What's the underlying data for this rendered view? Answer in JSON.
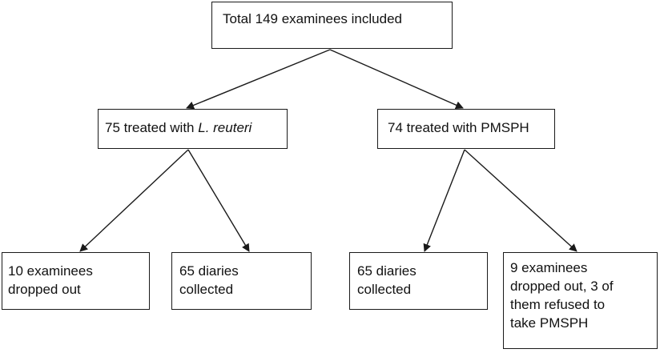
{
  "root": {
    "text": "Total 149 examinees included"
  },
  "arm_left": {
    "prefix": "75 treated with ",
    "italic": "L. reuteri"
  },
  "arm_right": {
    "text": "74 treated with PMSPH"
  },
  "left_dropout": {
    "lines": [
      "10 examinees",
      "dropped out"
    ]
  },
  "left_collected": {
    "lines": [
      "65 diaries",
      "collected"
    ]
  },
  "right_collected": {
    "lines": [
      "65 diaries",
      "collected"
    ]
  },
  "right_dropout": {
    "lines": [
      "9 examinees",
      "dropped out, 3 of",
      "them refused to",
      "take PMSPH"
    ]
  },
  "colors": {
    "line": "#1a1a1a",
    "background": "#ffffff"
  }
}
